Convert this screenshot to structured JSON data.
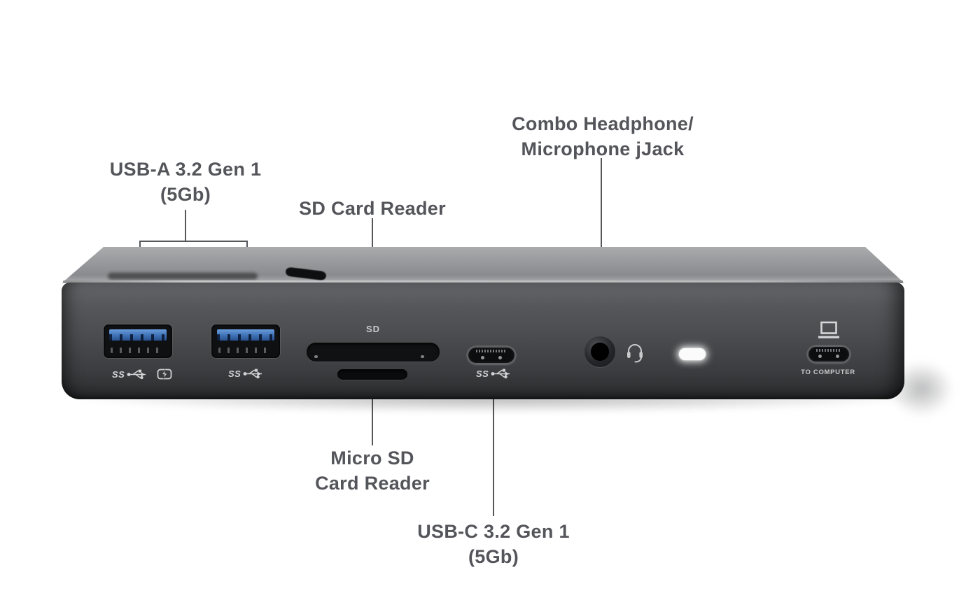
{
  "colors": {
    "background": "#ffffff",
    "label_text": "#54555a",
    "callout_line": "#56575b",
    "device_face_top": "#66676b",
    "device_face_bottom": "#232425",
    "device_top_surface": "#97989b",
    "usb_blue": "#3f72b5",
    "led_white": "#fbfbfc",
    "port_marking": "#d2d3d5"
  },
  "callouts": {
    "usb_a": {
      "line1": "USB-A 3.2 Gen 1",
      "line2": "(5Gb)"
    },
    "sd": {
      "line1": "SD Card Reader"
    },
    "combo_audio": {
      "line1": "Combo Headphone/",
      "line2": "Microphone jJack"
    },
    "micro_sd": {
      "line1": "Micro SD",
      "line2": "Card Reader"
    },
    "usb_c": {
      "line1": "USB-C 3.2 Gen 1",
      "line2": "(5Gb)"
    }
  },
  "device_markings": {
    "usb_a_port1_ss": "SS",
    "usb_a_port2_ss": "SS",
    "sd_slot_label": "SD",
    "usb_c_ss": "SS",
    "to_computer_label": "TO COMPUTER"
  }
}
